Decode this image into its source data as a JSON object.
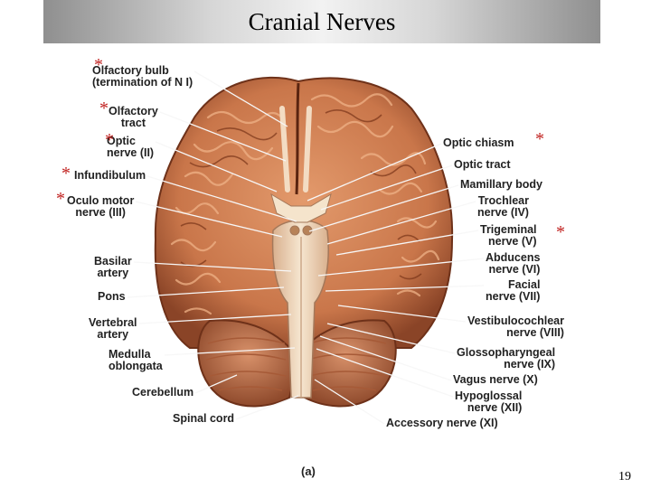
{
  "slide": {
    "title": "Cranial Nerves",
    "caption": "(a)",
    "page_number": "19",
    "star": "*"
  },
  "labels_left": [
    {
      "line1": "Olfactory bulb",
      "line2": "(termination of N I)",
      "starred": true
    },
    {
      "line1": "Olfactory",
      "line2": "tract",
      "starred": true
    },
    {
      "line1": "Optic",
      "line2": "nerve (II)",
      "starred": true
    },
    {
      "line1": "Infundibulum",
      "line2": "",
      "starred": true
    },
    {
      "line1": "Oculo motor",
      "line2": "nerve (III)",
      "starred": true
    },
    {
      "line1": "Basilar",
      "line2": "artery",
      "starred": false
    },
    {
      "line1": "Pons",
      "line2": "",
      "starred": false
    },
    {
      "line1": "Vertebral",
      "line2": "artery",
      "starred": false
    },
    {
      "line1": "Medulla",
      "line2": "oblongata",
      "starred": false
    },
    {
      "line1": "Cerebellum",
      "line2": "",
      "starred": false
    },
    {
      "line1": "Spinal cord",
      "line2": "",
      "starred": false
    }
  ],
  "labels_right": [
    {
      "line1": "Optic chiasm",
      "line2": "",
      "starred": true
    },
    {
      "line1": "Optic tract",
      "line2": "",
      "starred": false
    },
    {
      "line1": "Mamillary body",
      "line2": "",
      "starred": false
    },
    {
      "line1": "Trochlear",
      "line2": "nerve (IV)",
      "starred": false
    },
    {
      "line1": "Trigeminal",
      "line2": "nerve (V)",
      "starred": true
    },
    {
      "line1": "Abducens",
      "line2": "nerve (VI)",
      "starred": false
    },
    {
      "line1": "Facial",
      "line2": "nerve (VII)",
      "starred": false
    },
    {
      "line1": "Vestibulocochlear",
      "line2": "nerve (VIII)",
      "starred": false
    },
    {
      "line1": "Glossopharyngeal",
      "line2": "nerve (IX)",
      "starred": false
    },
    {
      "line1": "Vagus nerve (X)",
      "line2": "",
      "starred": false
    },
    {
      "line1": "Hypoglossal",
      "line2": "nerve (XII)",
      "starred": false
    },
    {
      "line1": "Accessory nerve (XI)",
      "line2": "",
      "starred": false
    }
  ],
  "colors": {
    "brain_base": "#c9764a",
    "brain_shadow": "#8a4427",
    "gyri_highlight": "#e9a57a",
    "stem": "#f0d9bf",
    "star": "#c0201e"
  }
}
